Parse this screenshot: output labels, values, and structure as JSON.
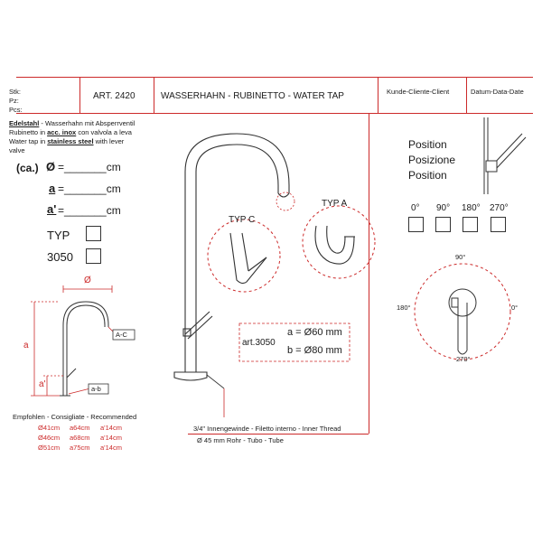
{
  "header": {
    "stk": "Stk:",
    "pz": "Pz:",
    "pcs": "Pcs:",
    "art": "ART. 2420",
    "title": "WASSERHAHN - RUBINETTO - WATER TAP",
    "client": "Kunde-Cliente-Client",
    "date": "Datum-Data-Date"
  },
  "description": {
    "line1_bold": "Edelstahl",
    "line1_rest": " - Wasserhahn mit Absperrventil",
    "line2_pre": "Rubinetto in ",
    "line2_bold": "acc. inox",
    "line2_rest": " con valvola a leva",
    "line3_pre": "Water tap in ",
    "line3_bold": "stainless steel",
    "line3_rest": " with lever",
    "line4": "valve"
  },
  "dimensions": {
    "ca": "(ca.)",
    "phi_label": "Ø",
    "a_label": "a",
    "a_prime_label": "a'",
    "blank": "=_______cm"
  },
  "options": {
    "typ": "TYP",
    "model": "3050"
  },
  "side_drawing": {
    "phi": "Ø",
    "a": "a",
    "a_prime": "a'",
    "ac": "A-C",
    "ab": "a-b"
  },
  "recommended": {
    "title": "Empfohlen - Consigliate - Recommended",
    "rows": [
      {
        "phi": "Ø41cm",
        "a": "a64cm",
        "ap": "a'14cm"
      },
      {
        "phi": "Ø46cm",
        "a": "a68cm",
        "ap": "a'14cm"
      },
      {
        "phi": "Ø51cm",
        "a": "a75cm",
        "ap": "a'14cm"
      }
    ]
  },
  "main_drawing": {
    "typ_c": "TYP  C",
    "typ_a": "TYP  A",
    "art": "art.3050",
    "a_dim": "a = Ø60 mm",
    "b_dim": "b = Ø80 mm",
    "thread": "3/4\" Innengewinde - Filetto interno - Inner Thread",
    "tube": "Ø 45 mm  Rohr - Tubo - Tube"
  },
  "position": {
    "title_de": "Position",
    "title_it": "Posizione",
    "title_en": "Position",
    "angles": [
      "0°",
      "90°",
      "180°",
      "270°"
    ],
    "dial_top": "90°",
    "dial_left": "180°",
    "dial_right": "0°",
    "dial_bottom": "270°"
  },
  "colors": {
    "accent": "#cc2a2a",
    "line": "#333333"
  }
}
